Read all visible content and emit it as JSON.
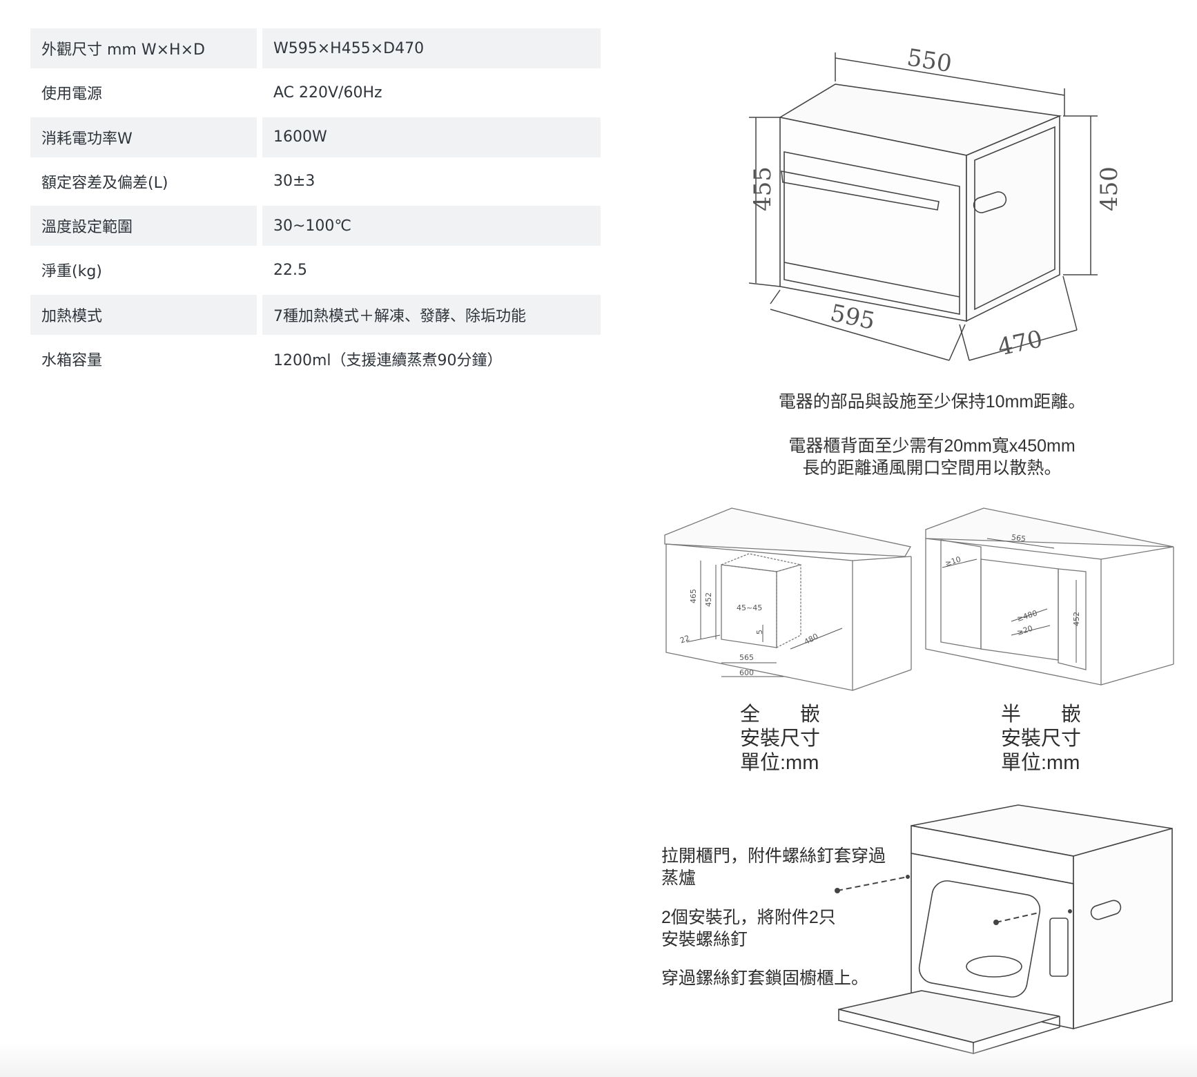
{
  "specs": [
    {
      "label": "外觀尺寸 mm W×H×D",
      "value": "W595×H455×D470"
    },
    {
      "label": "使用電源",
      "value": "AC 220V/60Hz"
    },
    {
      "label": "消耗電功率W",
      "value": "1600W"
    },
    {
      "label": "額定容差及偏差(L)",
      "value": "30±3"
    },
    {
      "label": "溫度設定範圍",
      "value": "30~100℃"
    },
    {
      "label": "淨重(kg)",
      "value": "22.5"
    },
    {
      "label": "加熱模式",
      "value": "7種加熱模式＋解凍、發酵、除垢功能"
    },
    {
      "label": "水箱容量",
      "value": "1200ml（支援連續蒸煮90分鐘）"
    }
  ],
  "dimensions": {
    "top": "550",
    "left_height": "455",
    "right_height": "450",
    "width": "595",
    "depth": "470"
  },
  "notes": {
    "clearance": "電器的部品與設施至少保持10mm距離。",
    "vent_line1": "電器櫃背面至少需有20mm寬x450mm",
    "vent_line2": "長的距離通風開口空間用以散熱。"
  },
  "install_full": {
    "dims": {
      "h1": "465",
      "h2": "452",
      "gap": "45~45",
      "bottom": "22",
      "five": "5",
      "w1": "565",
      "w2": "600",
      "d": "480"
    },
    "title_a": "全",
    "title_b": "嵌",
    "line2": "安裝尺寸",
    "line3": "單位:mm"
  },
  "install_half": {
    "dims": {
      "top": "565",
      "side": "≥10",
      "d": "≥480",
      "gap": "≥20",
      "h": "452"
    },
    "title_a": "半",
    "title_b": "嵌",
    "line2": "安裝尺寸",
    "line3": "單位:mm"
  },
  "instructions": {
    "step1_line1": "拉開櫃門，附件螺絲釘套穿過",
    "step1_line2": "蒸爐",
    "step2_line1": "2個安裝孔，將附件2只",
    "step2_line2": "安裝螺絲釘",
    "step3": "穿過鏍絲釘套鎖固櫥櫃上。"
  }
}
